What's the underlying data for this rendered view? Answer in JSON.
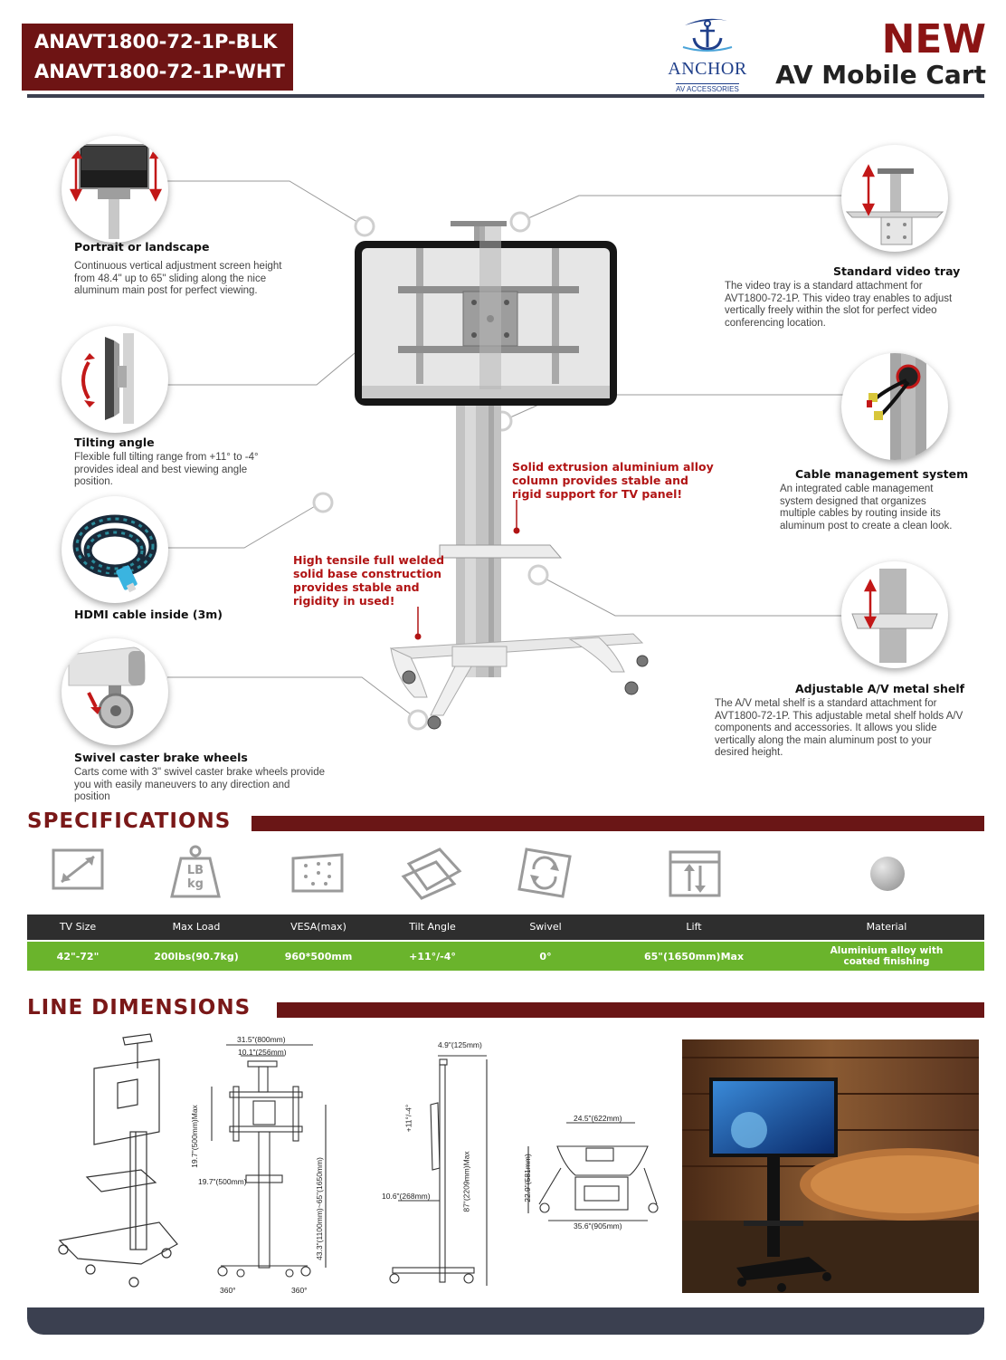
{
  "header": {
    "model_1": "ANAVT1800-72-1P-BLK",
    "model_2": "ANAVT1800-72-1P-WHT",
    "logo_word": "ANCHOR",
    "logo_sub": "AV ACCESSORIES",
    "new_label": "NEW",
    "product_title": "AV Mobile Cart"
  },
  "features_left": [
    {
      "title": "Portrait or landscape",
      "desc": "Continuous vertical adjustment screen height from 48.4\" up to 65\" sliding along the nice aluminum main post for perfect viewing."
    },
    {
      "title": "Tilting angle",
      "desc": "Flexible full tilting range from +11° to -4° provides ideal and best viewing angle position."
    },
    {
      "title": "HDMI cable inside (3m)",
      "desc": ""
    },
    {
      "title": "Swivel caster brake wheels",
      "desc": "Carts come with 3\" swivel caster brake wheels provide you with easily maneuvers to any direction and position"
    }
  ],
  "features_right": [
    {
      "title": "Standard video tray",
      "desc": "The video tray is a standard attachment for AVT1800-72-1P. This video tray enables to adjust vertically freely within the slot for perfect video conferencing location."
    },
    {
      "title": "Cable management system",
      "desc": "An integrated cable management system designed that organizes multiple cables by routing inside its aluminum post to create a clean look."
    },
    {
      "title": "Adjustable A/V metal shelf",
      "desc": "The A/V metal shelf is a standard attachment for AVT1800-72-1P. This adjustable metal shelf holds A/V components and accessories. It allows you slide vertically along the main aluminum post to your desired height."
    }
  ],
  "callouts": {
    "column": "Solid extrusion aluminium alloy column provides stable and rigid support for TV panel!",
    "base": "High tensile full welded solid base construction provides stable and rigidity in used!"
  },
  "specifications": {
    "title": "SPECIFICATIONS",
    "icons": [
      "tv-size-icon",
      "weight-icon",
      "vesa-icon",
      "tilt-icon",
      "swivel-icon",
      "lift-icon",
      "material-icon"
    ],
    "icon_text_weight": "LB kg",
    "headers": [
      "TV Size",
      "Max Load",
      "VESA(max)",
      "Tilt Angle",
      "Swivel",
      "Lift",
      "Material"
    ],
    "values": [
      "42\"-72\"",
      "200lbs(90.7kg)",
      "960*500mm",
      "+11°/-4°",
      "0°",
      "65\"(1650mm)Max",
      "Aluminium alloy with coated finishing"
    ],
    "colors": {
      "header_bg": "#2e2e2e",
      "row_bg": "#6ab42c",
      "accent": "#6a1616"
    }
  },
  "line_dimensions": {
    "title": "LINE DIMENSIONS",
    "front": {
      "width_total": "31.5\"(800mm)",
      "width_tray": "10.1\"(256mm)",
      "vesa_height": "19.7\"(500mm)Max",
      "vesa_width": "19.7\"(500mm)",
      "height_range": "43.3\"(1100mm)~65\"(1650mm)",
      "swivel_left": "360°",
      "swivel_right": "360°"
    },
    "side": {
      "tray_depth": "4.9\"(125mm)",
      "tilt": "+11°/-4°",
      "shelf_depth": "10.6\"(268mm)",
      "total_height": "87\"(2209mm)Max"
    },
    "top": {
      "top_width": "24.5\"(622mm)",
      "depth": "22.9\"(581mm)",
      "base_width": "35.6\"(905mm)"
    }
  }
}
